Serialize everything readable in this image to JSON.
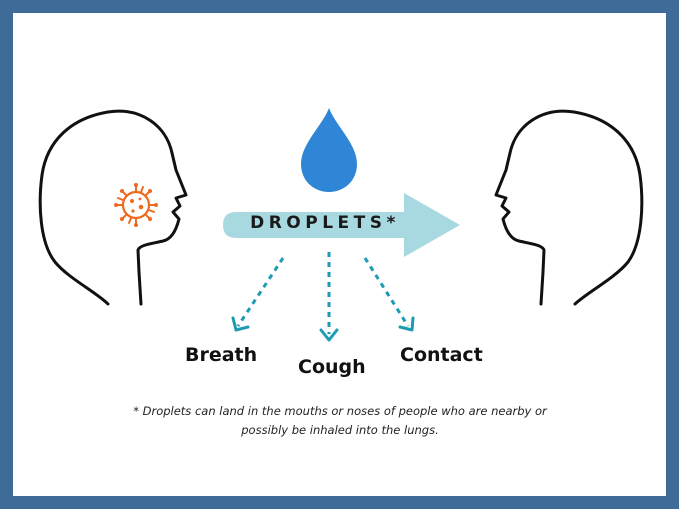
{
  "diagram": {
    "arrow_label": "DROPLETS*",
    "routes": [
      "Breath",
      "Cough",
      "Contact"
    ],
    "footnote": "* Droplets can land in the mouths or noses of people who are nearby or possibly be inhaled into the lungs."
  },
  "colors": {
    "frame": "#3f6b99",
    "arrow": "#a9d9e0",
    "drop": "#2f86d6",
    "dotted": "#1d9bb3",
    "virus": "#ee6a1f",
    "outline": "#111111"
  },
  "icons": [
    "infected-head-icon",
    "virus-icon",
    "water-drop-icon",
    "arrow-right-icon",
    "receiving-head-icon"
  ]
}
